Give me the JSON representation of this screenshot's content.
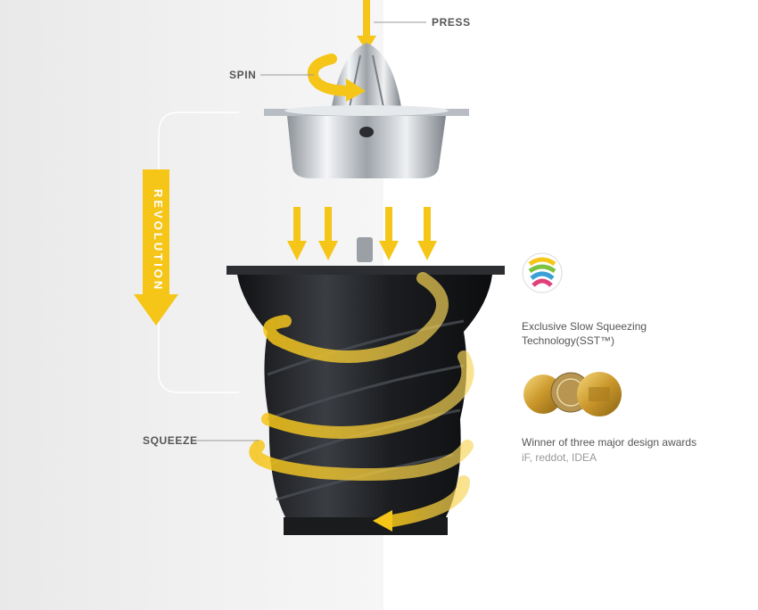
{
  "labels": {
    "press": "PRESS",
    "spin": "SPIN",
    "squeeze": "SQUEEZE",
    "revolution": "REVOLUTION"
  },
  "features": {
    "sst_line1": "Exclusive Slow Squeezing",
    "sst_line2": "Technology(SST™)",
    "awards_title": "Winner of three major design awards",
    "awards_list": "iF, reddot, IDEA"
  },
  "colors": {
    "accent": "#f5c518",
    "auger": "#1f2124",
    "steel": "#cfd3d8"
  }
}
